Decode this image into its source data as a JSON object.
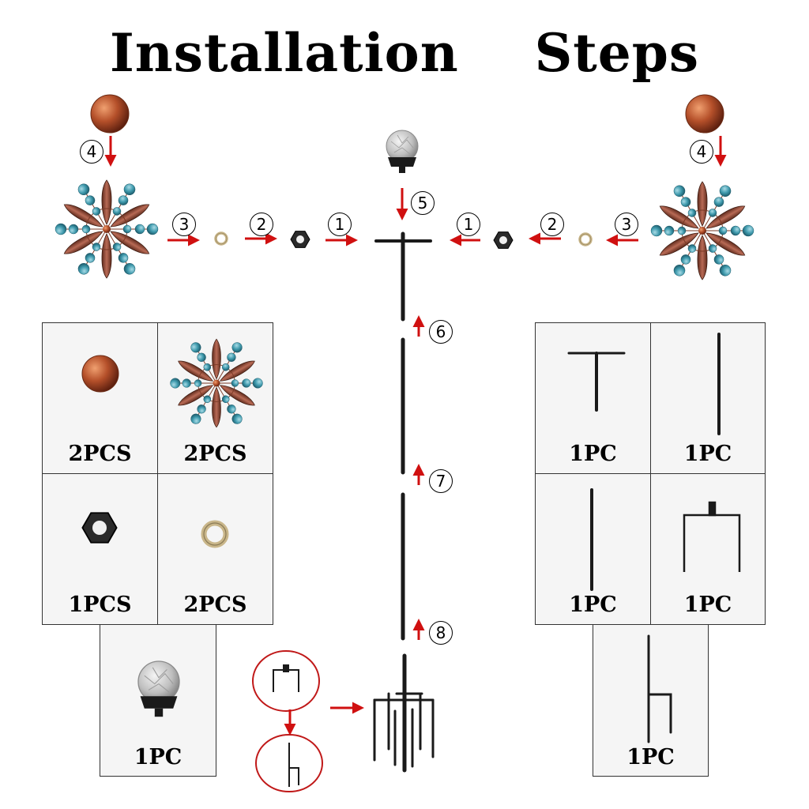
{
  "title": "Installation    Steps",
  "steps": [
    "1",
    "2",
    "3",
    "4",
    "5",
    "6",
    "7",
    "8"
  ],
  "left_parts": [
    {
      "name": "copper-ball",
      "qty": "2PCS"
    },
    {
      "name": "wind-spinner",
      "qty": "2PCS"
    },
    {
      "name": "hex-nut",
      "qty": "1PCS"
    },
    {
      "name": "washer-ring",
      "qty": "2PCS"
    },
    {
      "name": "solar-light-globe",
      "qty": "1PC"
    }
  ],
  "right_parts": [
    {
      "name": "t-bar",
      "qty": "1PC"
    },
    {
      "name": "top-stake-rod",
      "qty": "1PC"
    },
    {
      "name": "middle-rod",
      "qty": "1PC"
    },
    {
      "name": "stake-bracket",
      "qty": "1PC"
    },
    {
      "name": "bottom-stake",
      "qty": "1PC"
    }
  ],
  "colors": {
    "arrow": "#d01010",
    "copper": "#b5502a",
    "teal": "#3f9aad",
    "frame": "#333333",
    "cell_bg": "#f5f5f5"
  }
}
